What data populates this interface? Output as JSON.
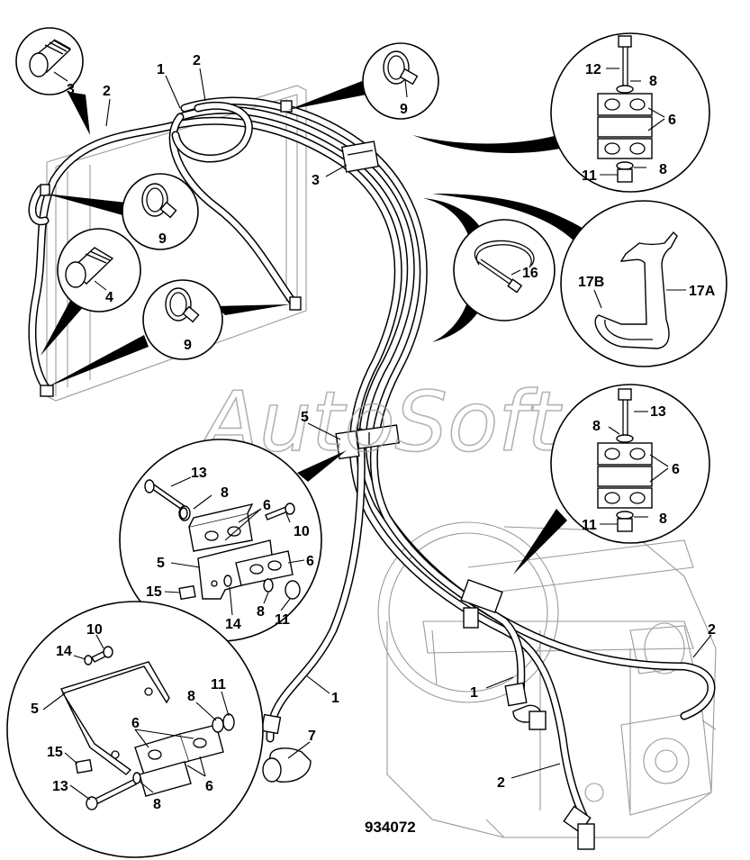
{
  "diagram": {
    "reference_number": "934072",
    "watermark": "AutoSoft",
    "callouts": {
      "hose_1": "1",
      "hose_2": "2",
      "sleeve_3": "3",
      "sleeve_4": "4",
      "bracket_5": "5",
      "clamp_half_6": "6",
      "adapter_7": "7",
      "washer_8": "8",
      "hose_clip_9": "9",
      "bolt_10": "10",
      "nut_11": "11",
      "bolt_12": "12",
      "bolt_13": "13",
      "washer_14": "14",
      "bolt_15": "15",
      "cable_tie_16": "16",
      "clip_17a": "17A",
      "clip_17b": "17B"
    }
  }
}
